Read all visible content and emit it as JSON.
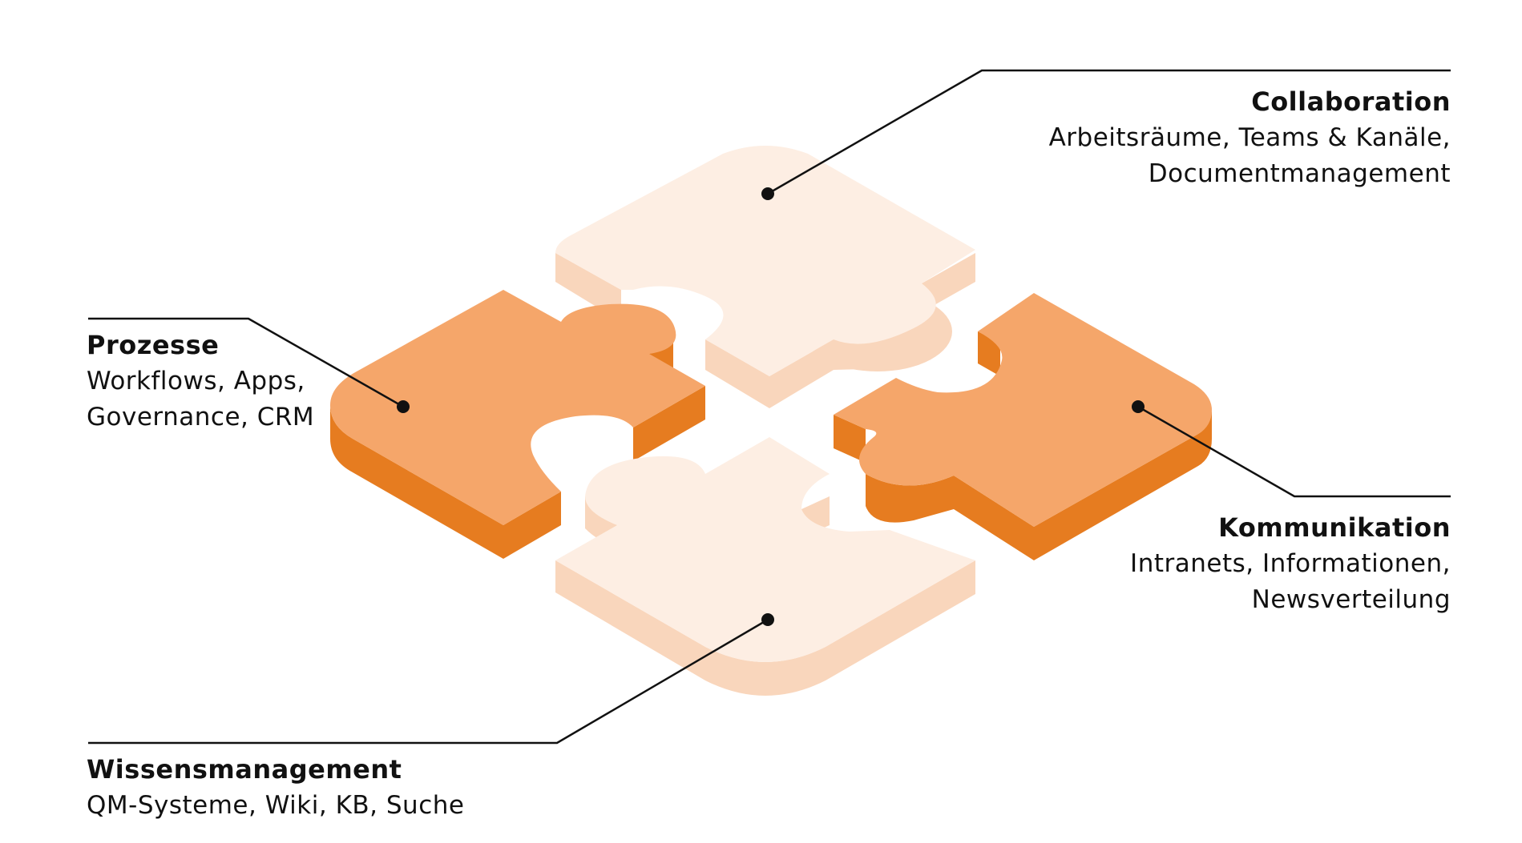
{
  "colors": {
    "dark_top": "#F5A66A",
    "dark_side": "#E67C20",
    "light_top": "#FDEEE3",
    "light_side": "#F9D6BC",
    "line": "#111111"
  },
  "pieces": [
    {
      "id": "collaboration",
      "title": "Collaboration",
      "desc_lines": [
        "Arbeitsräume, Teams & Kanäle,",
        "Documentmanagement"
      ],
      "shade": "light"
    },
    {
      "id": "prozesse",
      "title": "Prozesse",
      "desc_lines": [
        "Workflows, Apps,",
        "Governance, CRM"
      ],
      "shade": "dark"
    },
    {
      "id": "kommunikation",
      "title": "Kommunikation",
      "desc_lines": [
        "Intranets, Informationen,",
        "Newsverteilung"
      ],
      "shade": "dark"
    },
    {
      "id": "wissensmanagement",
      "title": "Wissensmanagement",
      "desc_lines": [
        "QM-Systeme, Wiki, KB, Suche"
      ],
      "shade": "light"
    }
  ]
}
